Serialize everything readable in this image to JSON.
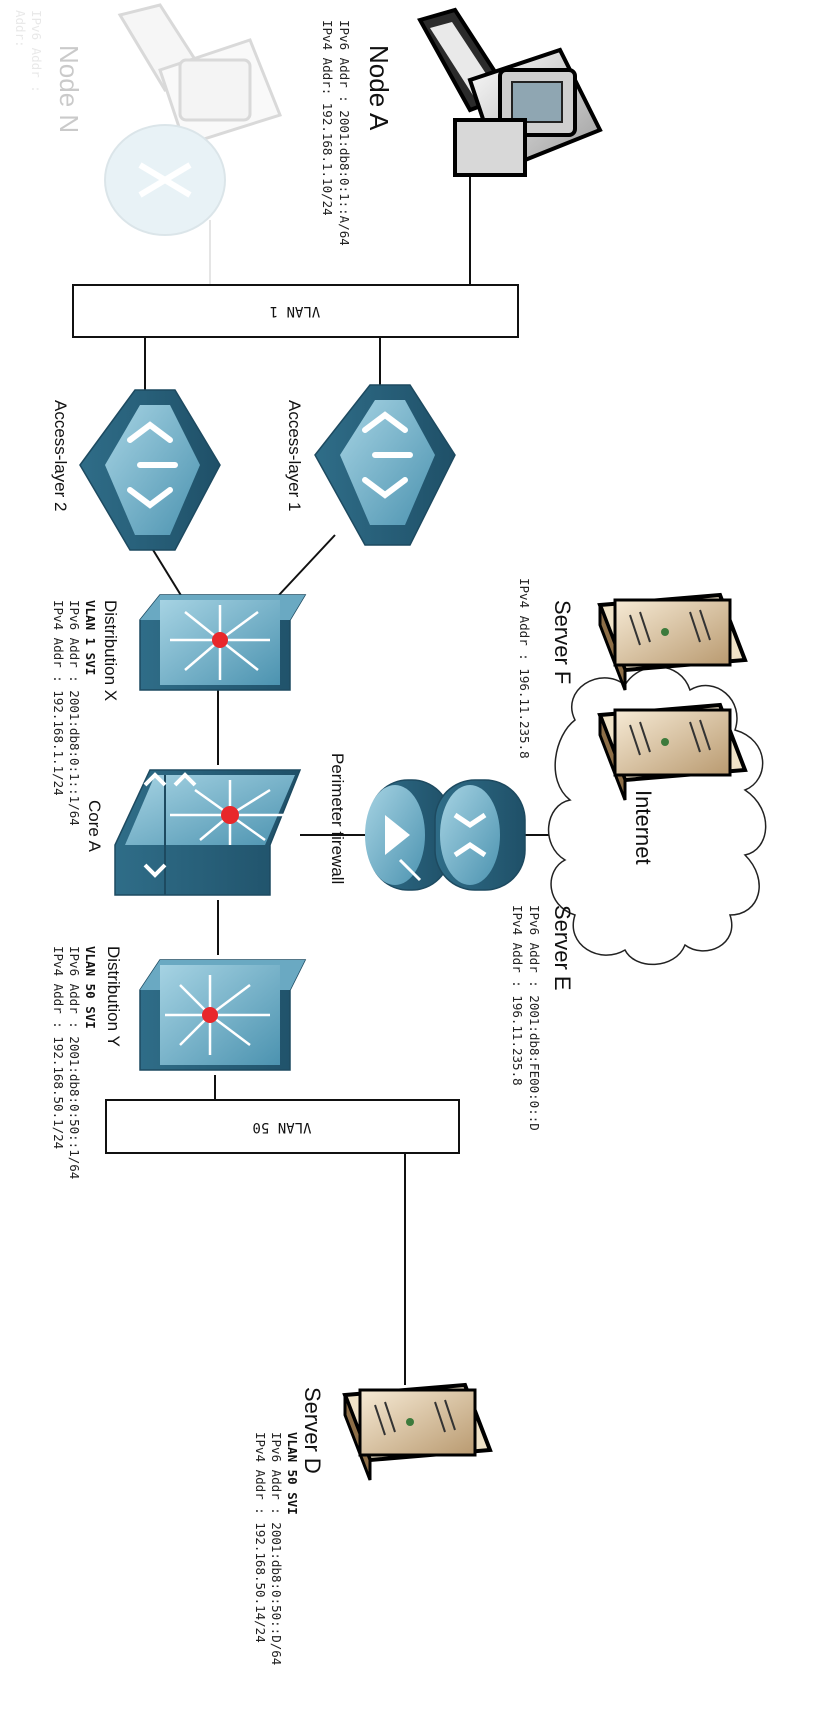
{
  "nodes": {
    "node_a": {
      "name": "Node A",
      "ipv6": "IPv6 Addr : 2001:db8:0:1::A/64",
      "ipv4": "IPv4 Addr: 192.168.1.10/24"
    },
    "node_n": {
      "name": "Node N",
      "ipv6": "IPv6 Addr :",
      "ipv4": "Addr:"
    },
    "vlan1": {
      "label": "VLAN 1"
    },
    "vlan50": {
      "label": "VLAN 50"
    },
    "access1": {
      "name": "Access-layer 1"
    },
    "access2": {
      "name": "Access-layer 2"
    },
    "dist_x": {
      "name": "Distribution X",
      "svi": "VLAN 1 SVI",
      "ipv6": "IPv6 Addr : 2001:db8:0:1::1/64",
      "ipv4": "IPv4 Addr : 192.168.1.1/24"
    },
    "core_a": {
      "name": "Core A"
    },
    "dist_y": {
      "name": "Distribution Y",
      "svi": "VLAN 50 SVI",
      "ipv6": "IPv6 Addr : 2001:db8:0:50::1/64",
      "ipv4": "IPv4 Addr : 192.168.50.1/24"
    },
    "firewall": {
      "name": "Perimeter firewall"
    },
    "internet": {
      "name": "Internet"
    },
    "server_f": {
      "name": "Server F",
      "ipv4": "IPv4 Addr : 196.11.235.8"
    },
    "server_e": {
      "name": "Server E",
      "ipv6": "IPv6 Addr : 2001:db8:FE00:0::D",
      "ipv4": "IPv4 Addr : 196.11.235.8"
    },
    "server_d": {
      "name": "Server D",
      "svi": "VLAN 50 SVI",
      "ipv6": "IPv6 Addr : 2001:db8:0:50::D/64",
      "ipv4": "IPv4 Addr : 192.168.50.14/24"
    }
  },
  "colors": {
    "switch_top": "#7fb7cc",
    "switch_side": "#3c7d99",
    "server_body": "#e7d6b8",
    "line": "#111111"
  }
}
